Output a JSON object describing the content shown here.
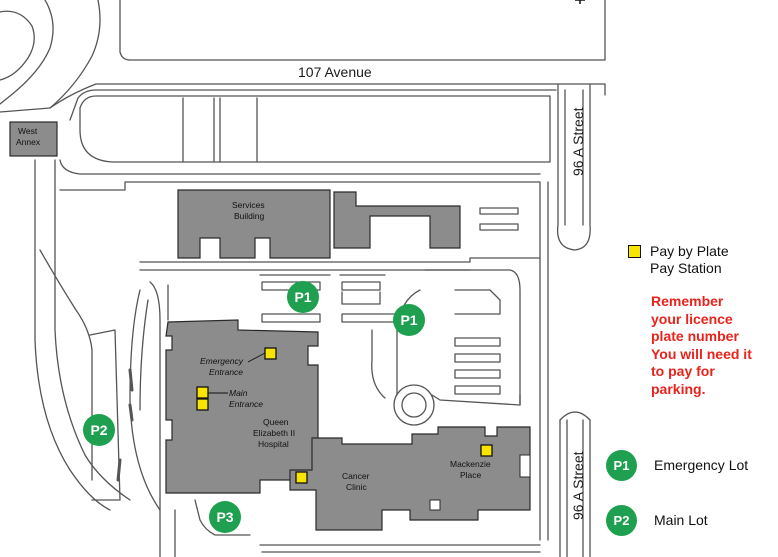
{
  "streets": {
    "avenue_107": "107 Avenue",
    "street_96a_top": "96 A Street",
    "street_96a_bottom": "96 A Street"
  },
  "buildings": {
    "west_annex": [
      "West",
      "Annex"
    ],
    "services": [
      "Services",
      "Building"
    ],
    "hospital": [
      "Queen",
      "Elizabeth II",
      "Hospital"
    ],
    "emergency_entrance": [
      "Emergency",
      "Entrance"
    ],
    "main_entrance": [
      "Main",
      "Entrance"
    ],
    "cancer_clinic": [
      "Cancer",
      "Clinic"
    ],
    "mackenzie": [
      "Mackenzie",
      "Place"
    ]
  },
  "badges": {
    "p1": "P1",
    "p2": "P2",
    "p3": "P3"
  },
  "legend": {
    "pay_station": "Pay by Plate Pay Station",
    "pay_station_lines": [
      "Pay by Plate",
      "Pay Station"
    ],
    "reminder_lines": [
      "Remember",
      "your licence",
      "plate number",
      "You will need it",
      "to pay for",
      "parking."
    ],
    "lots": [
      {
        "code": "P1",
        "label": "Emergency Lot"
      },
      {
        "code": "P2",
        "label": "Main Lot"
      }
    ]
  },
  "colors": {
    "building": "#8c8c8c",
    "road_outline": "#555555",
    "pay_station": "#f7e400",
    "parking_badge": "#1fa050",
    "reminder_text": "#e8231b"
  },
  "icons": {
    "compass": "north-arrow-icon"
  }
}
